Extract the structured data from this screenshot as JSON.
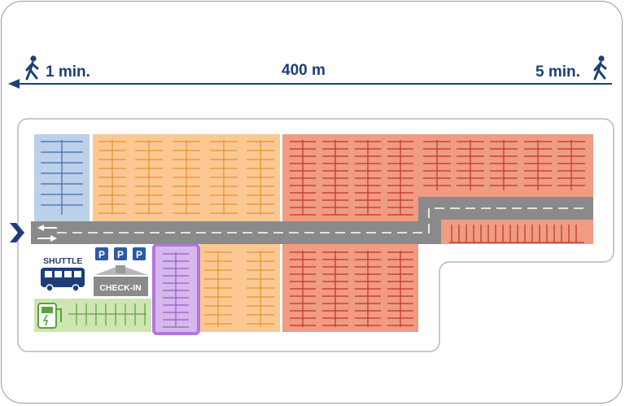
{
  "distance": {
    "label": "400 m"
  },
  "walk_left": {
    "label": "1 min.",
    "icon": "pedestrian-icon"
  },
  "walk_right": {
    "label": "5 min.",
    "icon": "pedestrian-icon"
  },
  "labels": {
    "shuttle": "SHUTTLE",
    "check_in": "CHECK-IN",
    "parking_letter": "P"
  },
  "icons": [
    "pedestrian-icon",
    "entry-chevron-icon",
    "direction-arrows-icon",
    "bus-icon",
    "parking-sign-icon",
    "check-in-building-icon",
    "ev-charger-icon"
  ],
  "colors": {
    "text_blue": "#1d3f78",
    "zone_blue": "#bcd0ea",
    "zone_blue_lines": "#3d6ab0",
    "zone_orange": "#fbc894",
    "zone_orange_lines": "#e6922a",
    "zone_red": "#ef9c82",
    "zone_red_lines": "#c33030",
    "zone_purple": "#d6b8ec",
    "zone_purple_border": "#b476d8",
    "zone_green": "#cfe5b3",
    "zone_green_lines": "#5aa23e",
    "road": "#8a8a8a"
  }
}
